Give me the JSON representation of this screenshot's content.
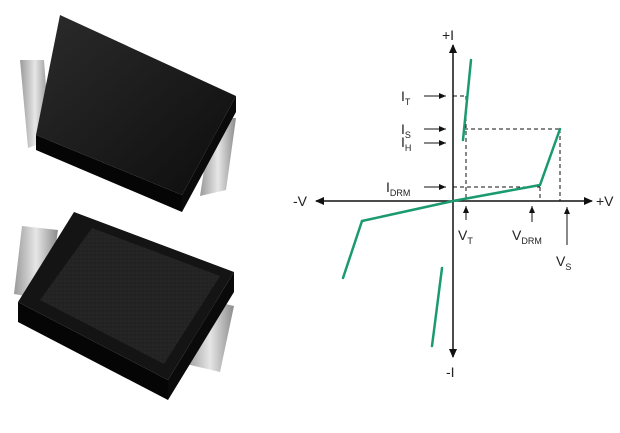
{
  "photo": {
    "subject": "two SMC-package surface-mount components"
  },
  "diagram": {
    "axis_labels": {
      "pos_current": "+I",
      "neg_current": "-I",
      "pos_voltage": "+V",
      "neg_voltage": "-V"
    },
    "current_labels": {
      "it": {
        "main": "I",
        "sub": "T"
      },
      "is": {
        "main": "I",
        "sub": "S"
      },
      "ih": {
        "main": "I",
        "sub": "H"
      },
      "idrm": {
        "main": "I",
        "sub": "DRM"
      }
    },
    "voltage_labels": {
      "vt": {
        "main": "V",
        "sub": "T"
      },
      "vdrm": {
        "main": "V",
        "sub": "DRM"
      },
      "vs": {
        "main": "V",
        "sub": "S"
      }
    },
    "colors": {
      "curve": "#1a9a6e",
      "axis": "#111111",
      "dashed": "#111111"
    }
  }
}
